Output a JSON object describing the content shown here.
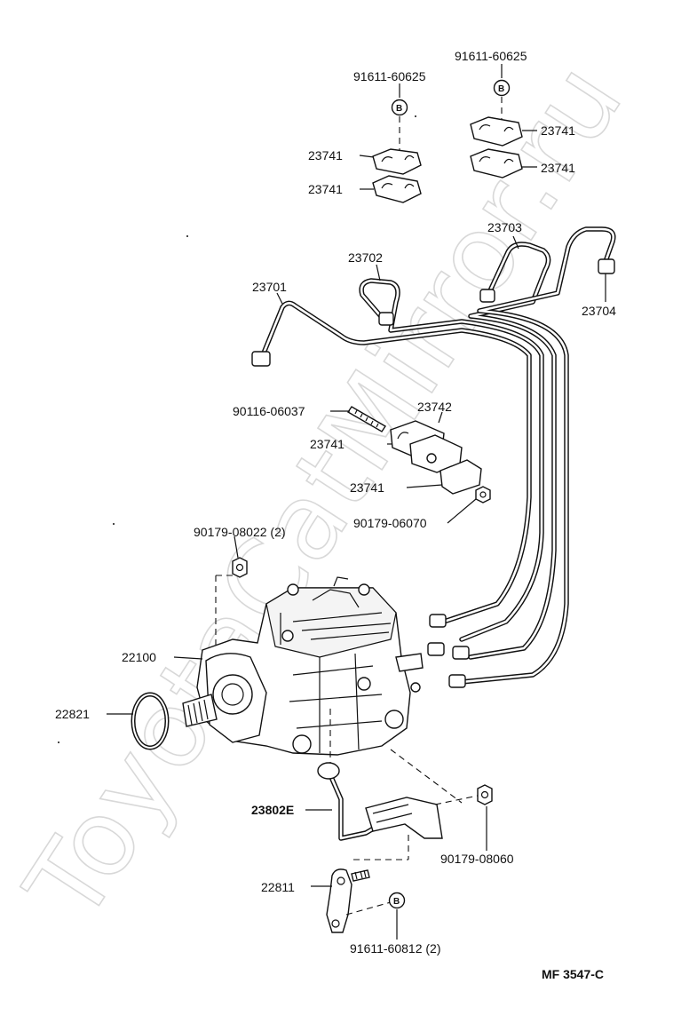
{
  "watermark": "ToyotaCatMirror.ru",
  "labels": {
    "b1_part": "91611-60625",
    "b2_part": "91611-60625",
    "clamp_a1": "23741",
    "clamp_a2": "23741",
    "clamp_b1": "23741",
    "clamp_b2": "23741",
    "pipe_1": "23701",
    "pipe_2": "23702",
    "pipe_3": "23703",
    "pipe_4": "23704",
    "stud": "90116-06037",
    "clamp_c": "23742",
    "clamp_d": "23741",
    "clamp_e": "23741",
    "nut_1": "90179-06070",
    "nut_2": "90179-08022 (2)",
    "pump": "22100",
    "oring": "22821",
    "hose": "23802E",
    "nut_3": "90179-08060",
    "bracket": "22811",
    "b3_part": "91611-60812 (2)",
    "diagram_code": "MF  3547-C"
  },
  "symbol_letter": "B"
}
